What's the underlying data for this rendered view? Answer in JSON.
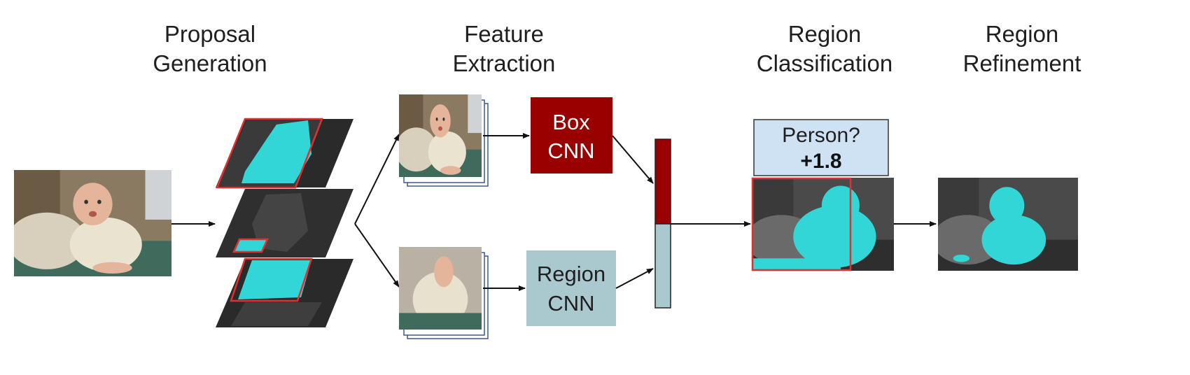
{
  "stages": [
    {
      "line1": "Proposal",
      "line2": "Generation"
    },
    {
      "line1": "Feature",
      "line2": "Extraction"
    },
    {
      "line1": "Region",
      "line2": "Classification"
    },
    {
      "line1": "Region",
      "line2": "Refinement"
    }
  ],
  "box_cnn": {
    "line1": "Box",
    "line2": "CNN"
  },
  "region_cnn": {
    "line1": "Region",
    "line2": "CNN"
  },
  "score_box": {
    "line1": "Person?",
    "line2": "+1.8"
  },
  "colors": {
    "box_cnn": "#990000",
    "region_cnn": "#a9c9cf",
    "score_box": "#cfe2f3",
    "mask": "#33d6d6",
    "proposal_border": "#e03030"
  }
}
